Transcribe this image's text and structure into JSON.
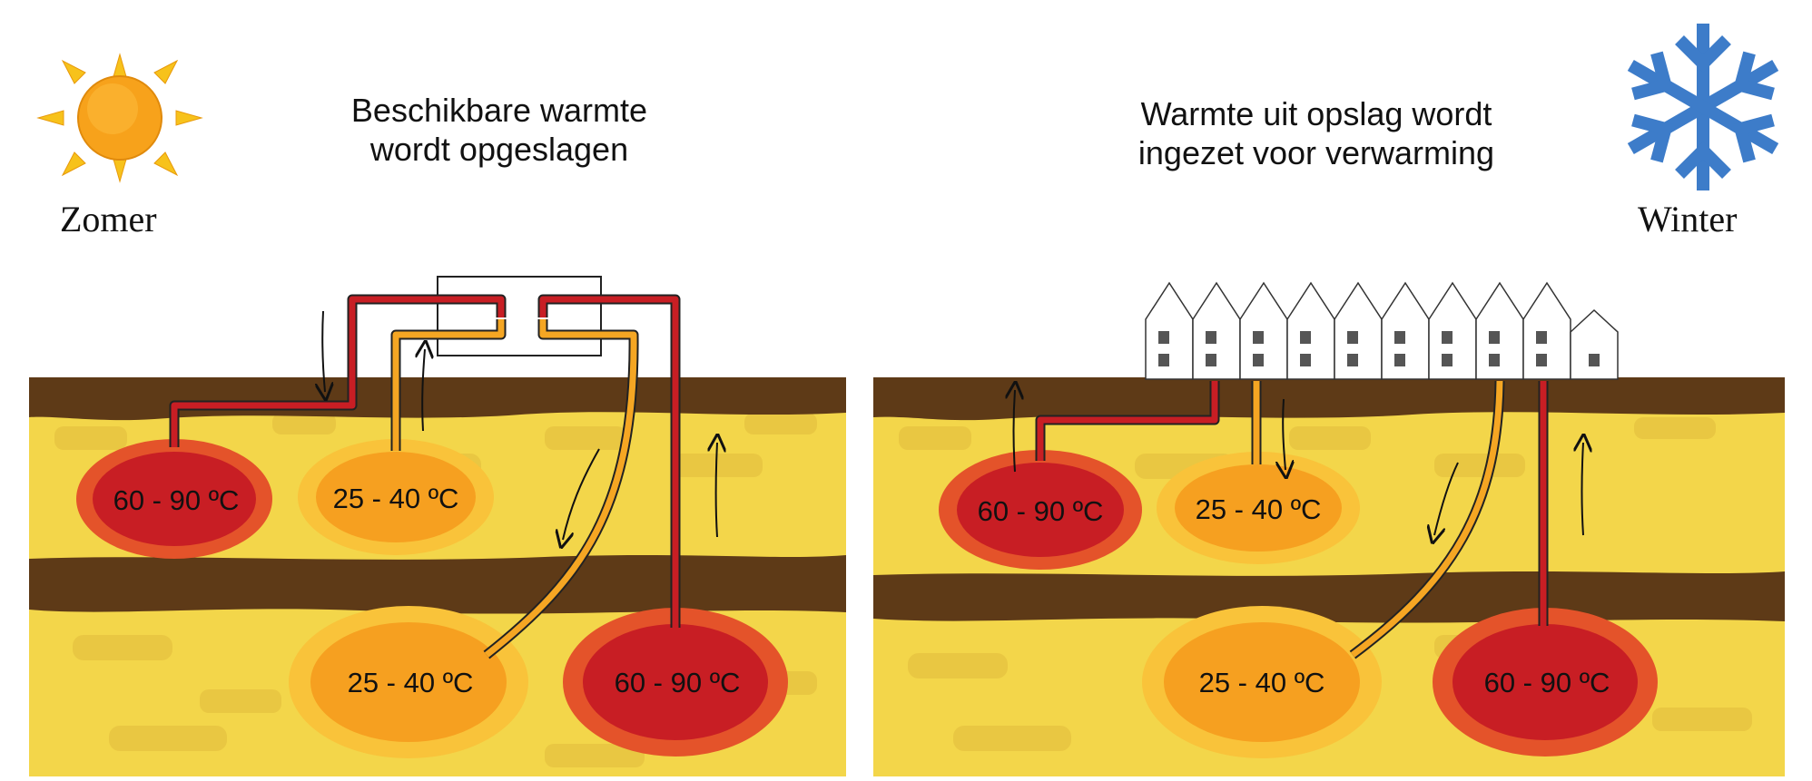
{
  "summer": {
    "season_label": "Zomer",
    "title_lines": [
      "Beschikbare warmte",
      "wordt opgeslagen"
    ],
    "temps": [
      "60 - 90 ºC",
      "25 - 40 ºC",
      "25 - 40 ºC",
      "60 - 90 ºC"
    ]
  },
  "winter": {
    "season_label": "Winter",
    "title_lines": [
      "Warmte uit opslag wordt",
      "ingezet voor verwarming"
    ],
    "temps": [
      "60 - 90 ºC",
      "25 - 40 ºC",
      "25 - 40  ºC",
      "60 - 90 ºC"
    ]
  },
  "colors": {
    "soil_dark": "#5e3a17",
    "sand": "#f3d64a",
    "sand_patch": "#e9c742",
    "hot_core": "#c81e24",
    "hot_halo": "#e4532a",
    "warm_core": "#f6a020",
    "warm_halo": "#f9c33a",
    "pipe_hot": "#c81e24",
    "pipe_warm": "#f5a623",
    "sun": "#f7a21b",
    "snowflake": "#3d7cc9"
  },
  "icons": [
    "sun-icon",
    "snowflake-icon",
    "house-icon"
  ]
}
